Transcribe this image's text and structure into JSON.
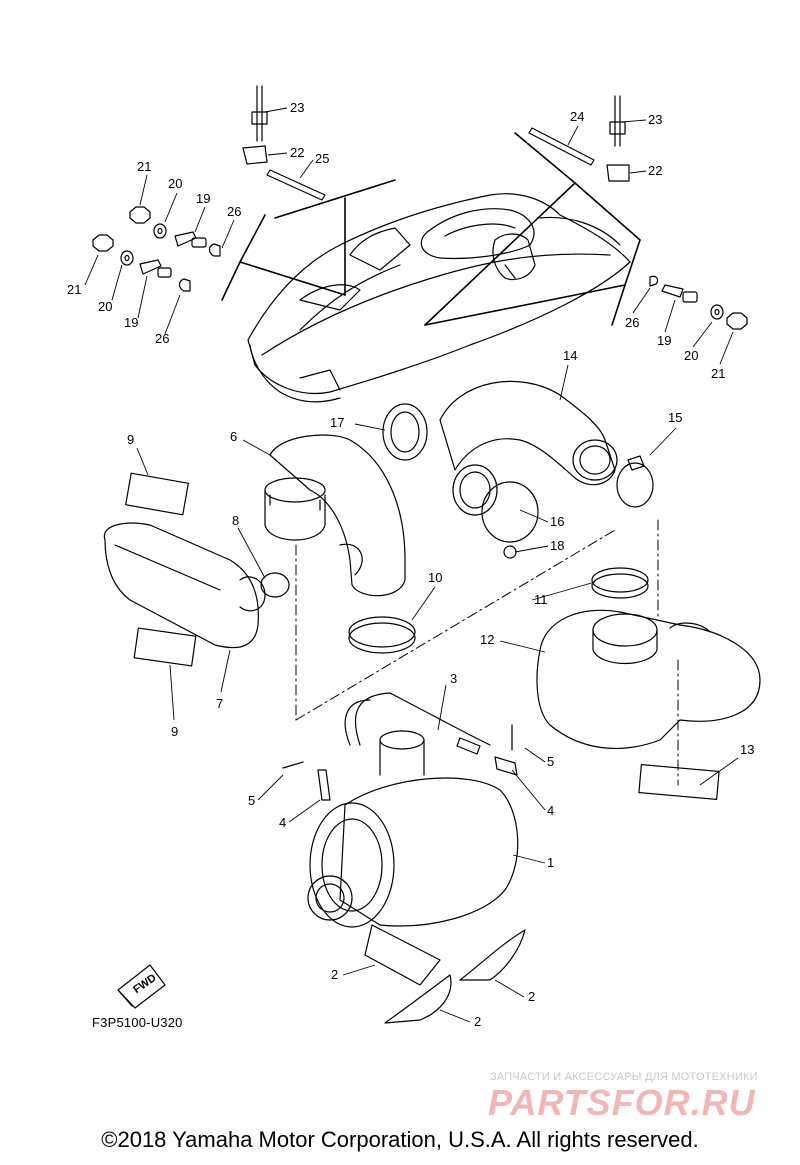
{
  "diagram": {
    "code": "F3P5100-U320",
    "fwd_label": "FWD",
    "parts": [
      {
        "id": "1",
        "label": "1"
      },
      {
        "id": "2",
        "label": "2"
      },
      {
        "id": "3",
        "label": "3"
      },
      {
        "id": "4",
        "label": "4"
      },
      {
        "id": "5",
        "label": "5"
      },
      {
        "id": "6",
        "label": "6"
      },
      {
        "id": "7",
        "label": "7"
      },
      {
        "id": "8",
        "label": "8"
      },
      {
        "id": "9",
        "label": "9"
      },
      {
        "id": "10",
        "label": "10"
      },
      {
        "id": "11",
        "label": "11"
      },
      {
        "id": "12",
        "label": "12"
      },
      {
        "id": "13",
        "label": "13"
      },
      {
        "id": "14",
        "label": "14"
      },
      {
        "id": "15",
        "label": "15"
      },
      {
        "id": "16",
        "label": "16"
      },
      {
        "id": "17",
        "label": "17"
      },
      {
        "id": "18",
        "label": "18"
      },
      {
        "id": "19",
        "label": "19"
      },
      {
        "id": "20",
        "label": "20"
      },
      {
        "id": "21",
        "label": "21"
      },
      {
        "id": "22",
        "label": "22"
      },
      {
        "id": "23",
        "label": "23"
      },
      {
        "id": "24",
        "label": "24"
      },
      {
        "id": "25",
        "label": "25"
      },
      {
        "id": "26",
        "label": "26"
      }
    ]
  },
  "watermark": {
    "line": "ЗАПЧАСТИ И АКСЕССУАРЫ ДЛЯ МОТОТЕХНИКИ",
    "logo": "PARTSFOR.RU"
  },
  "footer": {
    "copyright": "©2018 Yamaha Motor Corporation, U.S.A. All rights reserved."
  }
}
